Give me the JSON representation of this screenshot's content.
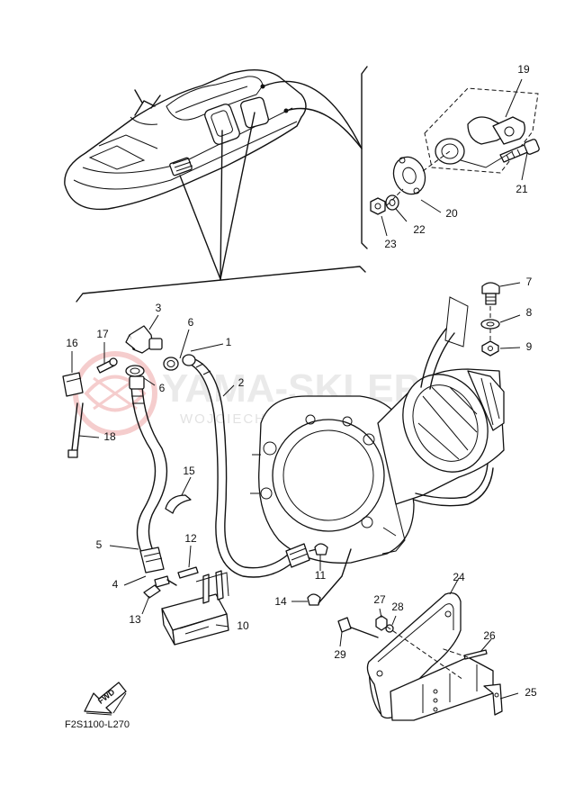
{
  "watermark": {
    "brand": "YAMA-SKLEP.PL",
    "tagline": "WOJCIECHOWSKI DEALER"
  },
  "direction_label": "FWD",
  "figure_code": "F2S1100-L270",
  "callouts": {
    "c1": "1",
    "c2": "2",
    "c3": "3",
    "c4": "4",
    "c5": "5",
    "c6a": "6",
    "c6b": "6",
    "c7": "7",
    "c8": "8",
    "c9": "9",
    "c10": "10",
    "c11": "11",
    "c12": "12",
    "c13": "13",
    "c14": "14",
    "c15": "15",
    "c16": "16",
    "c17": "17",
    "c18": "18",
    "c19": "19",
    "c20": "20",
    "c21": "21",
    "c22": "22",
    "c23": "23",
    "c24": "24",
    "c25": "25",
    "c26": "26",
    "c27": "27",
    "c28": "28",
    "c29": "29"
  }
}
